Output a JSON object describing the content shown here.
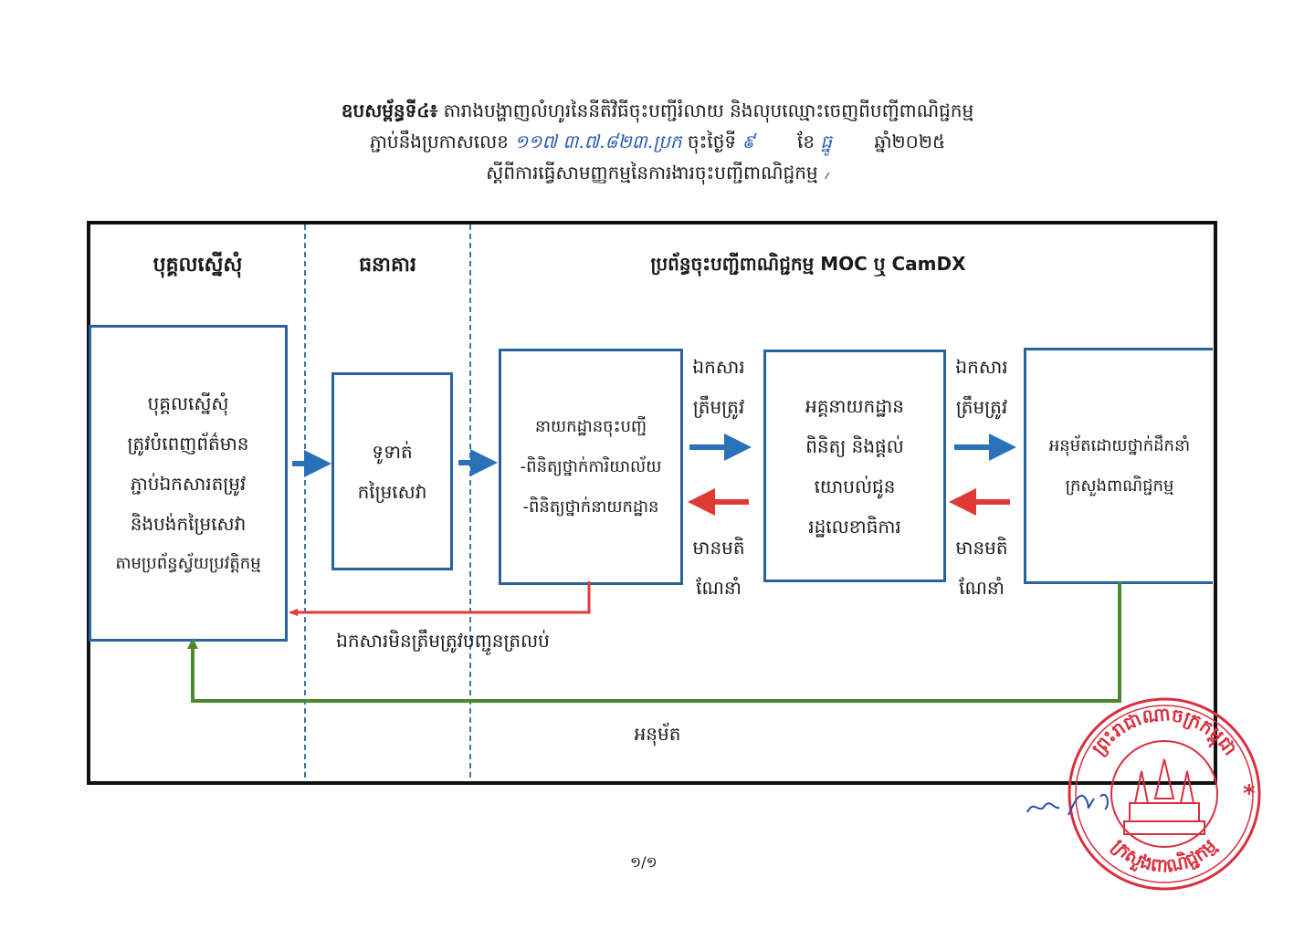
{
  "header": {
    "annex_label": "ឧបសម្ព័ន្ធទី៤៖",
    "line1_rest": "តារាងបង្ហាញលំហូរនៃនីតិវិធីចុះបញ្ជីរំលាយ និងលុបឈ្មោះចេញពីបញ្ជីពាណិជ្ជកម្ម",
    "line2_prefix": "ភ្ជាប់នឹងប្រកាសលេខ",
    "decree_number": "១១៧ ៣.៧.៨២៣.ប្រក",
    "date_day_label": "ចុះថ្ងៃទី",
    "date_day": "៩",
    "month_label": "ខែ",
    "month": "ធ្នូ",
    "year": "ឆ្នាំ២០២៥",
    "line3": "ស្ដីពីការធ្វើសាមញ្ញកម្មនៃការងារចុះបញ្ជីពាណិជ្ជកម្ម",
    "initial_mark": "៸"
  },
  "lanes": [
    {
      "title": "បុគ្គលស្នើសុំ"
    },
    {
      "title": "ធនាគារ"
    },
    {
      "title": "ប្រព័ន្ធចុះបញ្ជីពាណិជ្ជកម្ម MOC ឬ CamDX"
    }
  ],
  "boxes": [
    {
      "lines": [
        "បុគ្គលស្នើសុំ",
        "ត្រូវបំពេញព័ត៌មាន",
        "ភ្ជាប់ឯកសារតម្រូវ",
        "និងបង់កម្រៃសេវា",
        "តាមប្រព័ន្ធស្វ័យប្រវត្តិកម្ម"
      ]
    },
    {
      "lines": [
        "ទូទាត់",
        "កម្រៃសេវា"
      ]
    },
    {
      "lines": [
        "នាយកដ្ឋានចុះបញ្ជី",
        "-ពិនិត្យថ្នាក់ការិយាល័យ",
        "-ពិនិត្យថ្នាក់នាយកដ្ឋាន"
      ]
    },
    {
      "lines": [
        "អគ្គនាយកដ្ឋាន",
        "ពិនិត្យ និងផ្ដល់",
        "យោបល់ជូន",
        "រដ្ឋលេខាធិការ"
      ]
    },
    {
      "lines": [
        "អនុម័តដោយថ្នាក់ដឹកនាំ",
        "ក្រសួងពាណិជ្ជកម្ម"
      ]
    }
  ],
  "arrow_labels": {
    "forward_1": [
      "ឯកសារ",
      "ត្រឹមត្រូវ"
    ],
    "back_1": [
      "មានមតិ",
      "ណែនាំ"
    ],
    "forward_2": [
      "ឯកសារ",
      "ត្រឹមត្រូវ"
    ],
    "back_2": [
      "មានមតិ",
      "ណែនាំ"
    ],
    "return_invalid": "ឯកសារមិនត្រឹមត្រូវបញ្ជូនត្រលប់",
    "approved": "អនុម័ត"
  },
  "colors": {
    "forward": "#2a72b8",
    "back": "#e03a35",
    "approved": "#4a8a2e",
    "box_border": "#2a62a0",
    "lane_divider": "#3a7aa8",
    "stamp": "#d93040",
    "signature": "#2a4ea8"
  },
  "stamp": {
    "top_text": "ព្រះរាជាណាចក្រកម្ពុជា",
    "bottom_text": "ក្រសួងពាណិជ្ជកម្ម"
  },
  "footer": {
    "page": "១/១"
  }
}
